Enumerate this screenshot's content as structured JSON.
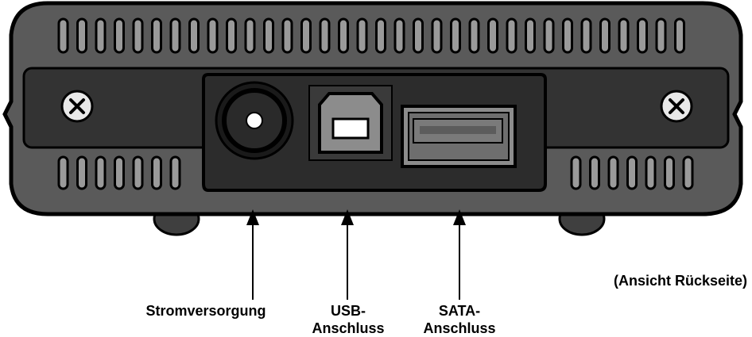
{
  "labels": {
    "power": "Stromversorgung",
    "usb_line1": "USB-",
    "usb_line2": "Anschluss",
    "sata_line1": "SATA-",
    "sata_line2": "Anschluss",
    "view": "(Ansicht Rückseite)"
  },
  "colors": {
    "housing": "#5a5a5a",
    "outline": "#000000",
    "panel": "#333333",
    "slot": "#9a9a9a",
    "port_grey": "#8c8c8c",
    "background": "#ffffff"
  }
}
